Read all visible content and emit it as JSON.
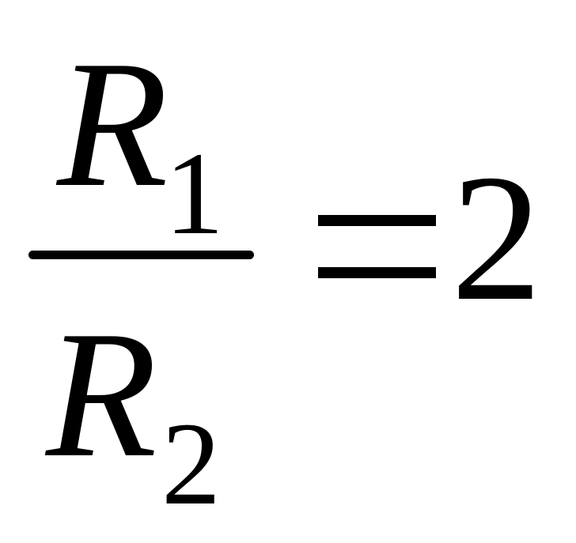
{
  "equation": {
    "numerator": {
      "variable": "R",
      "subscript": "1"
    },
    "denominator": {
      "variable": "R",
      "subscript": "2"
    },
    "operator": "=",
    "value": "2"
  }
}
